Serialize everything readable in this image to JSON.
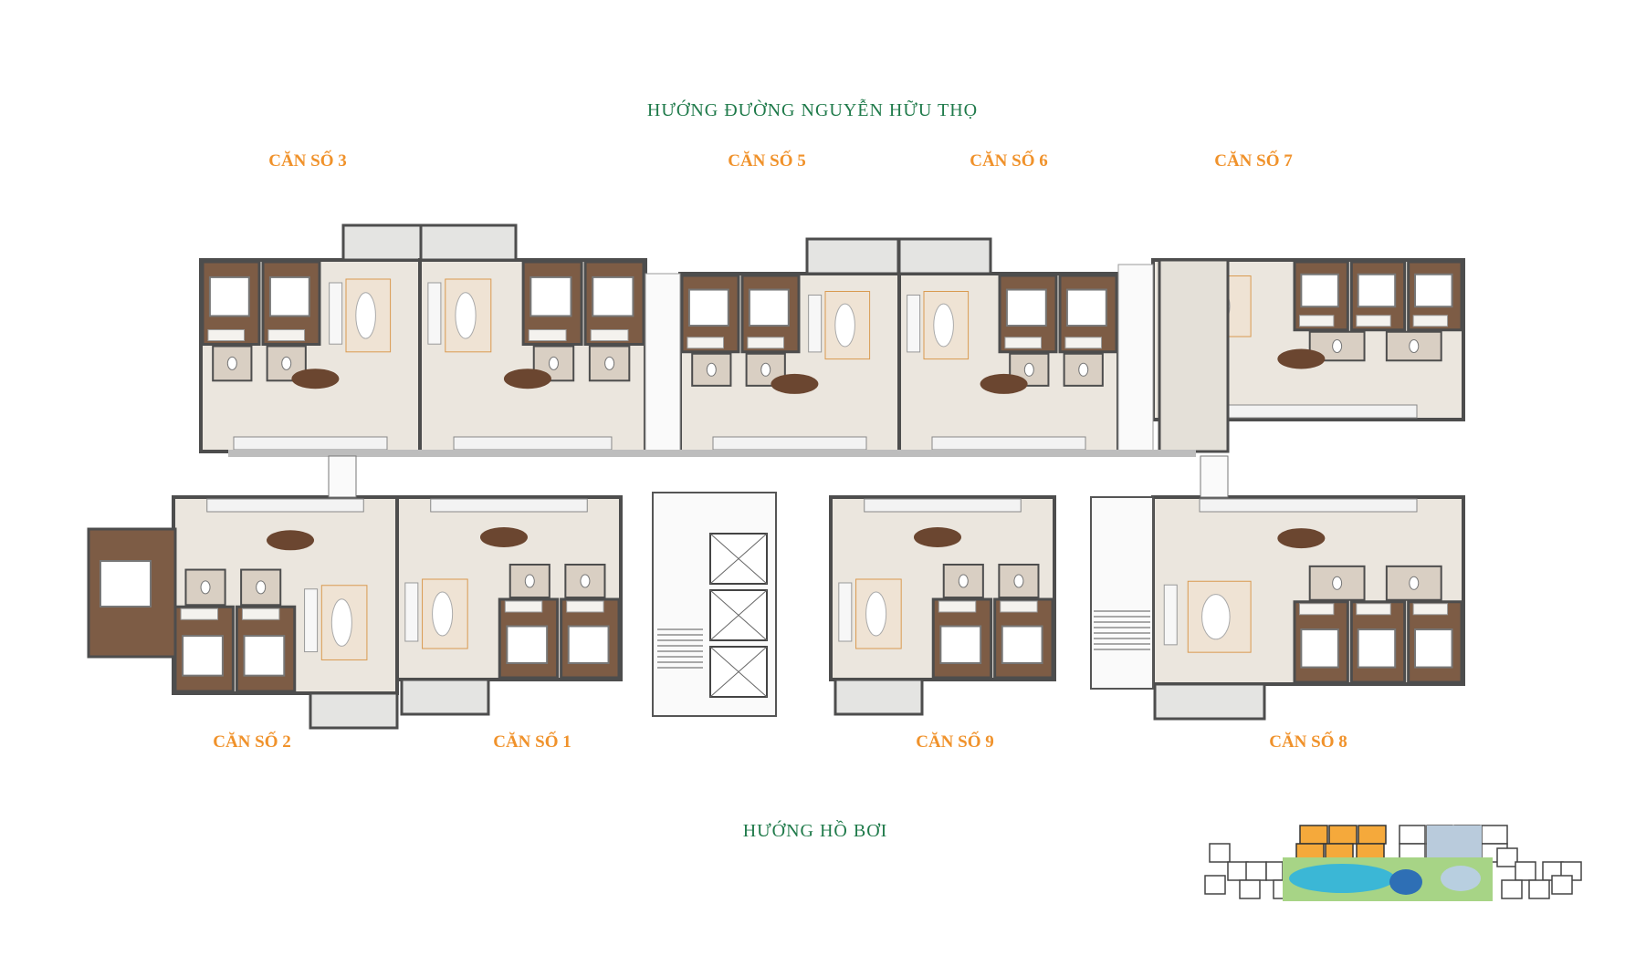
{
  "directions": {
    "top": "HƯỚNG ĐƯỜNG NGUYỄN HỮU THỌ",
    "bottom": "HƯỚNG HỒ BƠI"
  },
  "units_top": [
    "CĂN SỐ 3",
    "CĂN SỐ 5",
    "CĂN SỐ 6",
    "CĂN SỐ 7"
  ],
  "units_bottom": [
    "CĂN SỐ 2",
    "CĂN SỐ 1",
    "CĂN SỐ 9",
    "CĂN SỐ 8"
  ],
  "colors": {
    "direction": "#1f7a4a",
    "unit_label": "#f0922b",
    "wall": "#4d4d4d",
    "floor_living": "#ebe6de",
    "floor_bedroom": "#7d5c45",
    "bathroom": "#d9cfc3",
    "highlight_block": "#f5a93b",
    "pool": "#3bb7d6"
  }
}
